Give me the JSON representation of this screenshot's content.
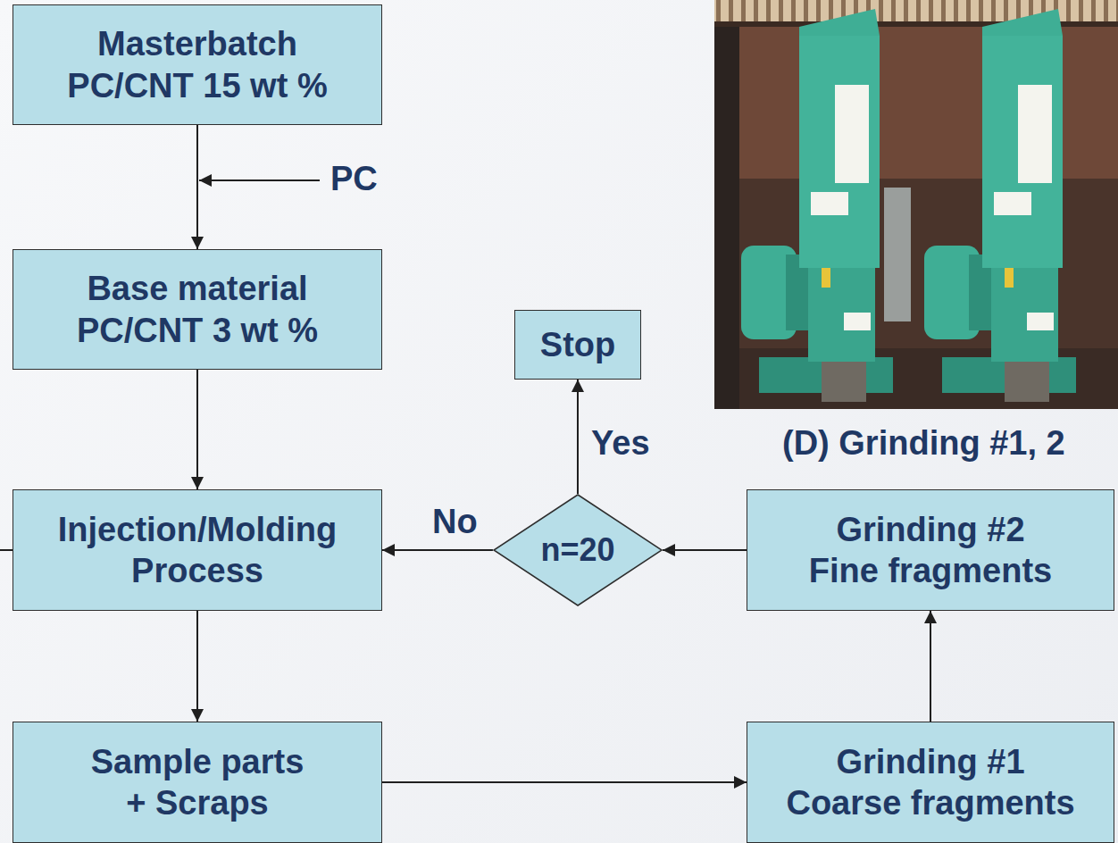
{
  "diagram": {
    "nodes": [
      {
        "text": [
          "Masterbatch PC/CNT 15 wt %"
        ]
      },
      {
        "text": [
          "Base material PC/CNT 3 wt %"
        ]
      },
      {
        "text": [
          "Stop"
        ]
      },
      {
        "text": [
          "Injection/Molding Process"
        ]
      },
      {
        "text": [
          "n=20"
        ]
      },
      {
        "text": [
          "Grinding #2 Fine fragments"
        ]
      },
      {
        "text": [
          "Sample parts + Scraps"
        ]
      },
      {
        "text": [
          "Grinding #1 Coarse fragments"
        ]
      }
    ],
    "edges": [
      {
        "from": 0,
        "to": 1,
        "arrow": "to"
      },
      {
        "from": 1,
        "to": 3,
        "arrow": "to"
      },
      {
        "from": 3,
        "to": 6,
        "arrow": "to"
      },
      {
        "from": 6,
        "to": 7,
        "arrow": "to"
      },
      {
        "from": 7,
        "to": 5,
        "arrow": "to"
      },
      {
        "from": 5,
        "to": 4,
        "arrow": "to"
      },
      {
        "from": 4,
        "to": 2,
        "label": "Yes",
        "arrow": "to"
      },
      {
        "from": 4,
        "to": 3,
        "label": "No",
        "arrow": "to"
      }
    ],
    "labels": [
      "PC",
      "(D) Grinding #1, 2"
    ]
  }
}
